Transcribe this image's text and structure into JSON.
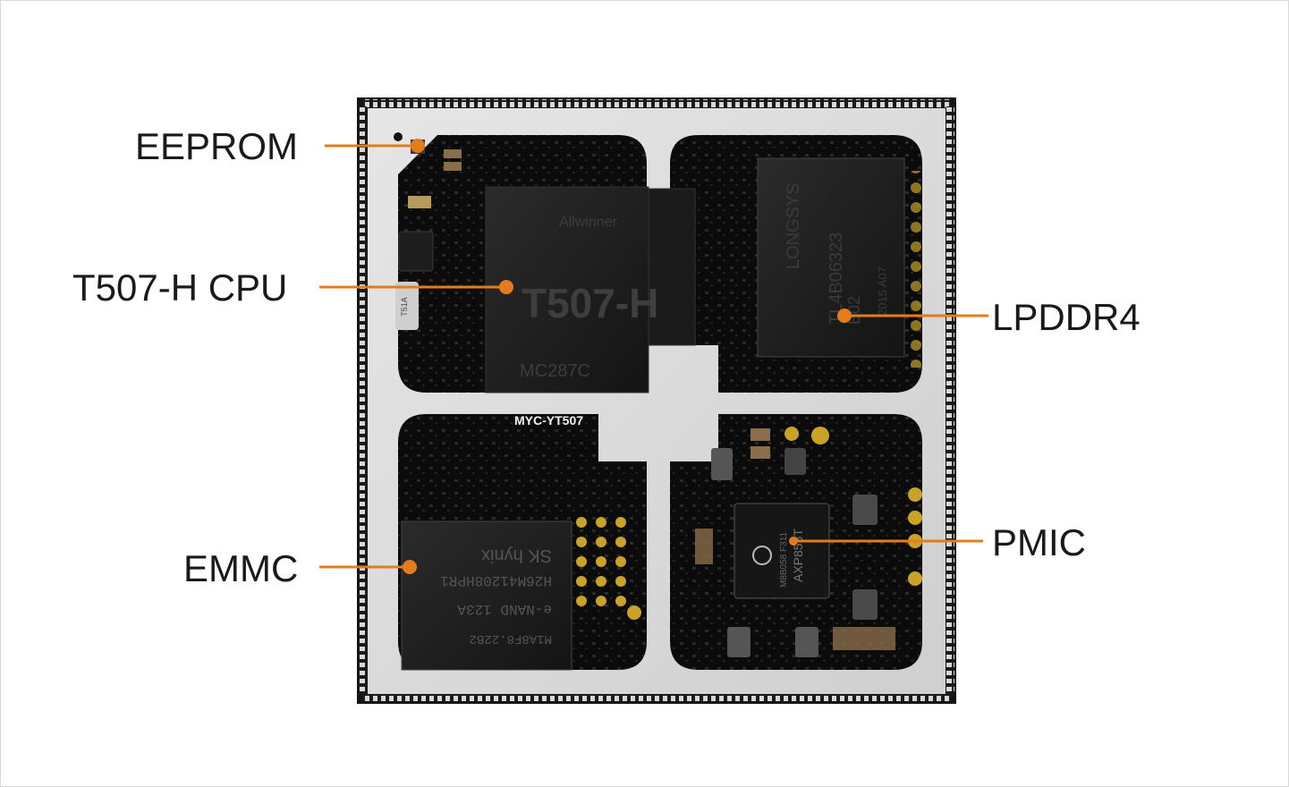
{
  "diagram": {
    "accent_color": "#e57c1c",
    "labels": {
      "eeprom": "EEPROM",
      "cpu": "T507-H CPU",
      "lpddr4": "LPDDR4",
      "emmc": "EMMC",
      "pmic": "PMIC"
    },
    "chip_markings": {
      "cpu_brand": "Allwinner",
      "cpu_part": "T507-H",
      "cpu_code": "MC287C",
      "board_model": "MYC-YT507",
      "crystal": "T51A",
      "ram_brand": "LONGSYS",
      "ram_part": "TL4B06323",
      "ram_rev": "B02",
      "ram_date": "2015 A07",
      "emmc_brand": "SK hynix",
      "emmc_part": "H26M41208HPR1",
      "emmc_type": "e-NAND 123A",
      "emmc_lot": "M1A8F8.22B2",
      "pmic_part": "AXP853T",
      "pmic_code": "M8B058 F311"
    }
  }
}
